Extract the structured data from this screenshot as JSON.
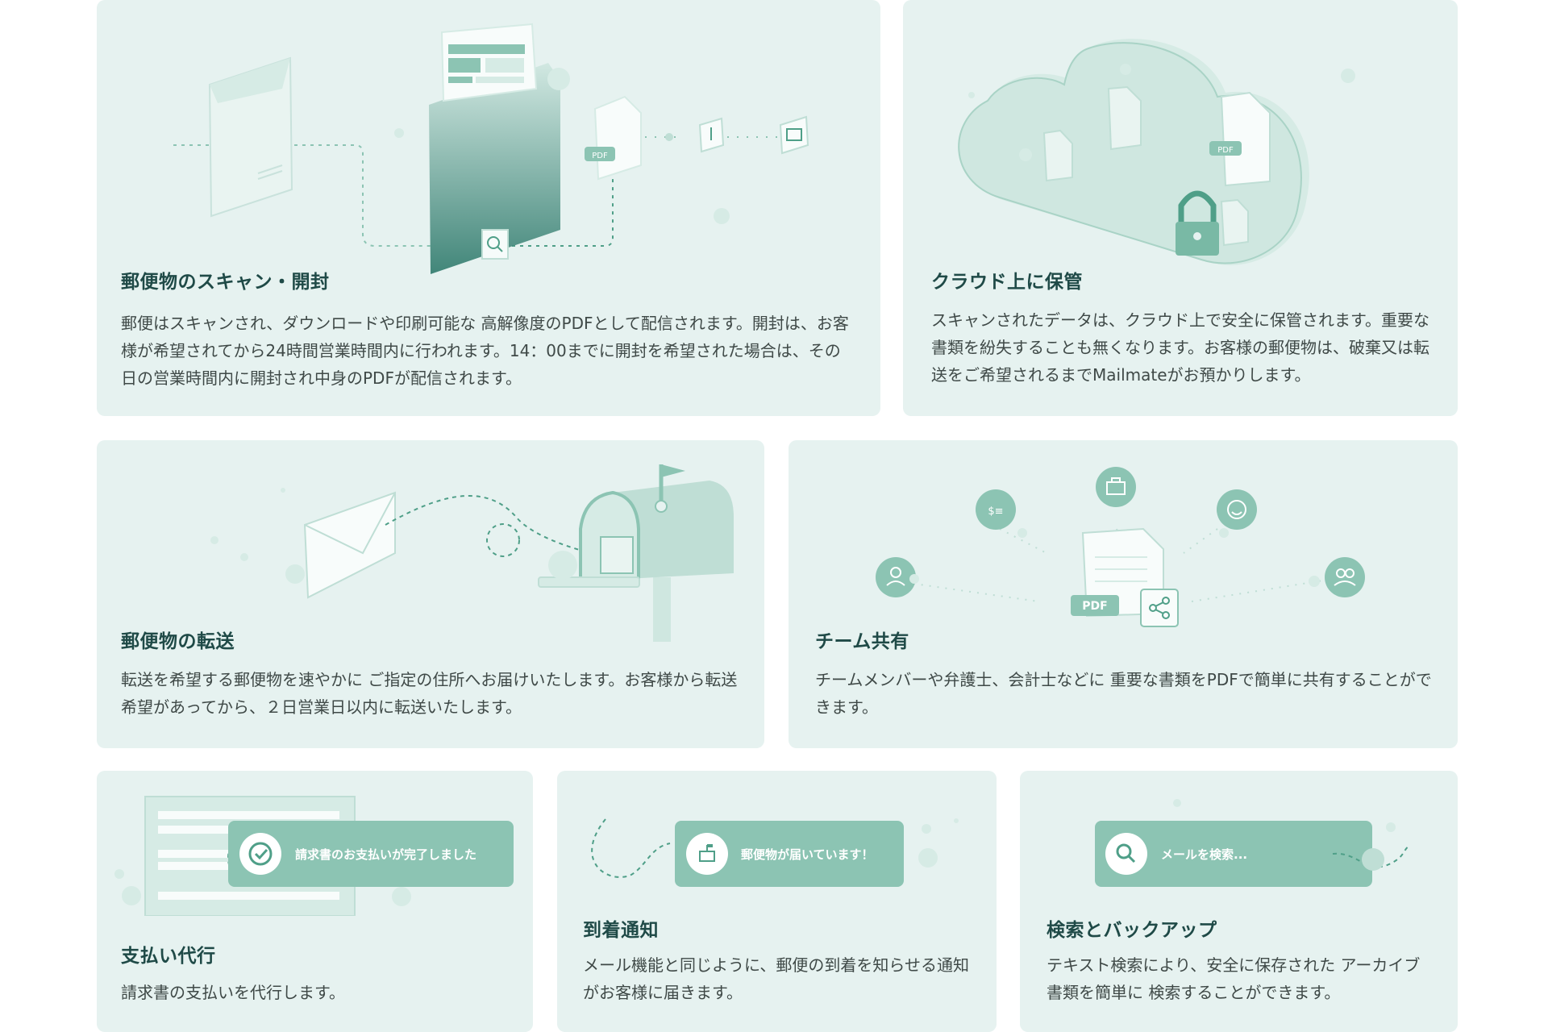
{
  "cards": {
    "scan": {
      "title": "郵便物のスキャン・開封",
      "desc": "郵便はスキャンされ、ダウンロードや印刷可能な 高解像度のPDFとして配信されます。開封は、お客様が希望されてから24時間営業時間内に行われます。14：00までに開封を希望された場合は、その日の営業時間内に開封され中身のPDFが配信されます。",
      "pdf_tag": "PDF"
    },
    "cloud": {
      "title": "クラウド上に保管",
      "desc": "スキャンされたデータは、クラウド上で安全に保管されます。重要な書類を紛失することも無くなります。お客様の郵便物は、破棄又は転送をご希望されるまでMailmateがお預かりします。",
      "pdf_tag": "PDF"
    },
    "forward": {
      "title": "郵便物の転送",
      "desc": "転送を希望する郵便物を速やかに ご指定の住所へお届けいたします。お客様から転送希望があってから、２日営業日以内に転送いたします。"
    },
    "team": {
      "title": "チーム共有",
      "desc": "チームメンバーや弁護士、会計士などに 重要な書類をPDFで簡単に共有することができます。",
      "pdf_tag": "PDF"
    },
    "payment": {
      "title": "支払い代行",
      "desc": "請求書の支払いを代行します。",
      "notice": "請求書のお支払いが完了しました"
    },
    "arrival": {
      "title": "到着通知",
      "desc": "メール機能と同じように、郵便の到着を知らせる通知がお客様に届きます。",
      "notice": "郵便物が届いています！"
    },
    "search": {
      "title": "検索とバックアップ",
      "desc": "テキスト検索により、安全に保存された アーカイブ書類を簡単に 検索することができます。",
      "placeholder": "メールを検索..."
    }
  },
  "colors": {
    "card_bg": "#e6f2f0",
    "accent": "#8cc4b3",
    "accent_dark": "#4f9f88",
    "heading": "#1f4a47"
  }
}
